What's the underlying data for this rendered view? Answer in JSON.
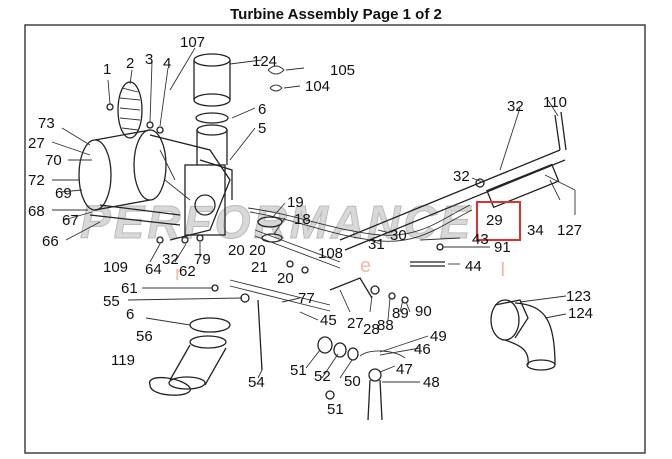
{
  "title": "Turbine Assembly Page 1 of 2",
  "watermark": "PERFORMANCE",
  "watermark_fragments": [
    "r",
    "e",
    "I"
  ],
  "highlight": {
    "label": "29",
    "color": "#e03030"
  },
  "labels": [
    "1",
    "2",
    "3",
    "4",
    "107",
    "124",
    "105",
    "104",
    "6",
    "5",
    "73",
    "27",
    "70",
    "72",
    "69",
    "68",
    "67",
    "66",
    "32",
    "110",
    "32",
    "19",
    "18",
    "29",
    "34",
    "127",
    "20",
    "108",
    "31",
    "30",
    "43",
    "91",
    "44",
    "109",
    "64",
    "32",
    "62",
    "79",
    "20",
    "21",
    "20",
    "61",
    "55",
    "6",
    "56",
    "119",
    "77",
    "45",
    "27",
    "28",
    "88",
    "89",
    "90",
    "54",
    "51",
    "52",
    "50",
    "46",
    "49",
    "47",
    "48",
    "51",
    "123",
    "124"
  ]
}
